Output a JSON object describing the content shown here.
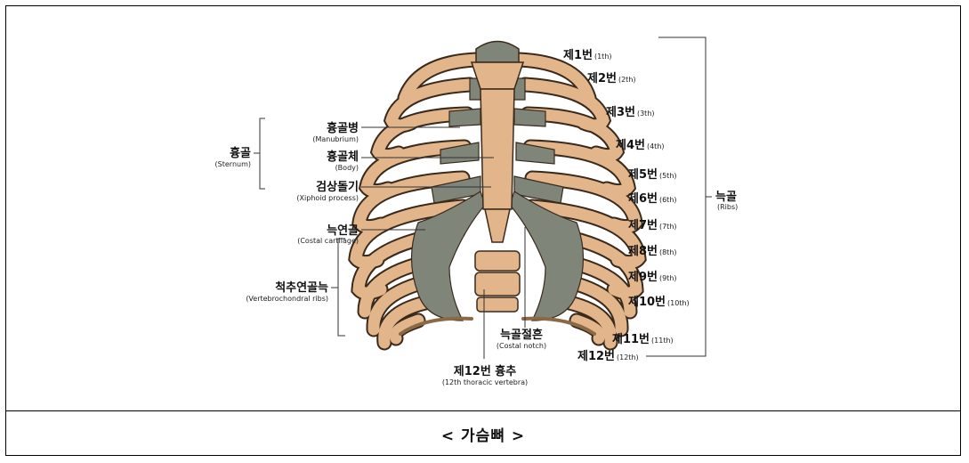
{
  "caption": "< 가슴뼈 >",
  "labels": {
    "manubrium": {
      "ko": "흉골병",
      "en": "(Manubrium)"
    },
    "body": {
      "ko": "흉골체",
      "en": "(Body)"
    },
    "xiphoid": {
      "ko": "검상돌기",
      "en": "(Xiphoid process)"
    },
    "sternum": {
      "ko": "흉골",
      "en": "(Sternum)"
    },
    "costal_cartilage": {
      "ko": "늑연골",
      "en": "(Costal cartilage)"
    },
    "vertebrochondral": {
      "ko": "척추연골늑",
      "en": "(Vertebrochondral ribs)"
    },
    "costal_notch": {
      "ko": "늑골절흔",
      "en": "(Costal notch)"
    },
    "vertebra": {
      "ko": "제12번 흉추",
      "en": "(12th thoracic vertebra)"
    },
    "ribs": {
      "ko": "늑골",
      "en": "(Ribs)"
    }
  },
  "ribs": [
    {
      "ko": "제1번",
      "en": "(1th)"
    },
    {
      "ko": "제2번",
      "en": "(2th)"
    },
    {
      "ko": "제3번",
      "en": "(3th)"
    },
    {
      "ko": "제4번",
      "en": "(4th)"
    },
    {
      "ko": "제5번",
      "en": "(5th)"
    },
    {
      "ko": "제6번",
      "en": "(6th)"
    },
    {
      "ko": "제7번",
      "en": "(7th)"
    },
    {
      "ko": "제8번",
      "en": "(8th)"
    },
    {
      "ko": "제9번",
      "en": "(9th)"
    },
    {
      "ko": "제10번",
      "en": "(10th)"
    },
    {
      "ko": "제11번",
      "en": "(11th)"
    },
    {
      "ko": "제12번",
      "en": "(12th)"
    }
  ],
  "colors": {
    "bone": "#e2b58a",
    "cartilage": "#7f8579",
    "outline": "#3a2a1c",
    "background": "#ffffff"
  }
}
